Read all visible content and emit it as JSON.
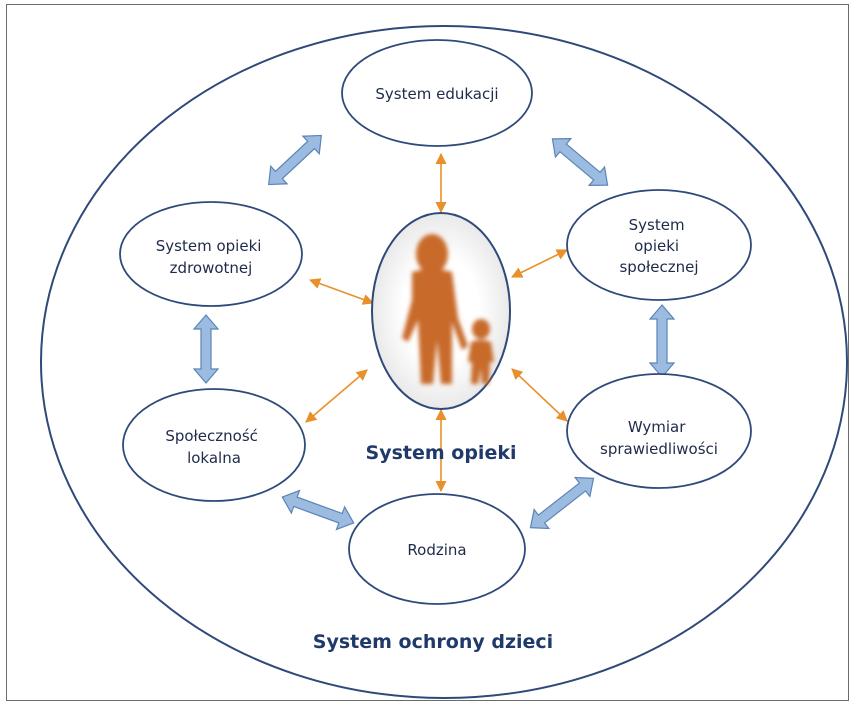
{
  "outer_label": "System ochrony dzieci",
  "center_label": "System opieki",
  "nodes": {
    "edukacja": [
      "System edukacji"
    ],
    "zdrowie": [
      "System opieki",
      "zdrowotnej"
    ],
    "spoleczna": [
      "System",
      "opieki",
      "społecznej"
    ],
    "lokalna": [
      "Społeczność",
      "lokalna"
    ],
    "sprawiedliwosc": [
      "Wymiar",
      "sprawiedliwości"
    ],
    "rodzina": [
      "Rodzina"
    ]
  },
  "colors": {
    "ellipse_stroke": "#2f4a7a",
    "orange_arrow": "#e8902b",
    "blue_arrow_fill": "#9cbbe0",
    "blue_arrow_stroke": "#5b84b5",
    "figure": "#c86a2a"
  }
}
